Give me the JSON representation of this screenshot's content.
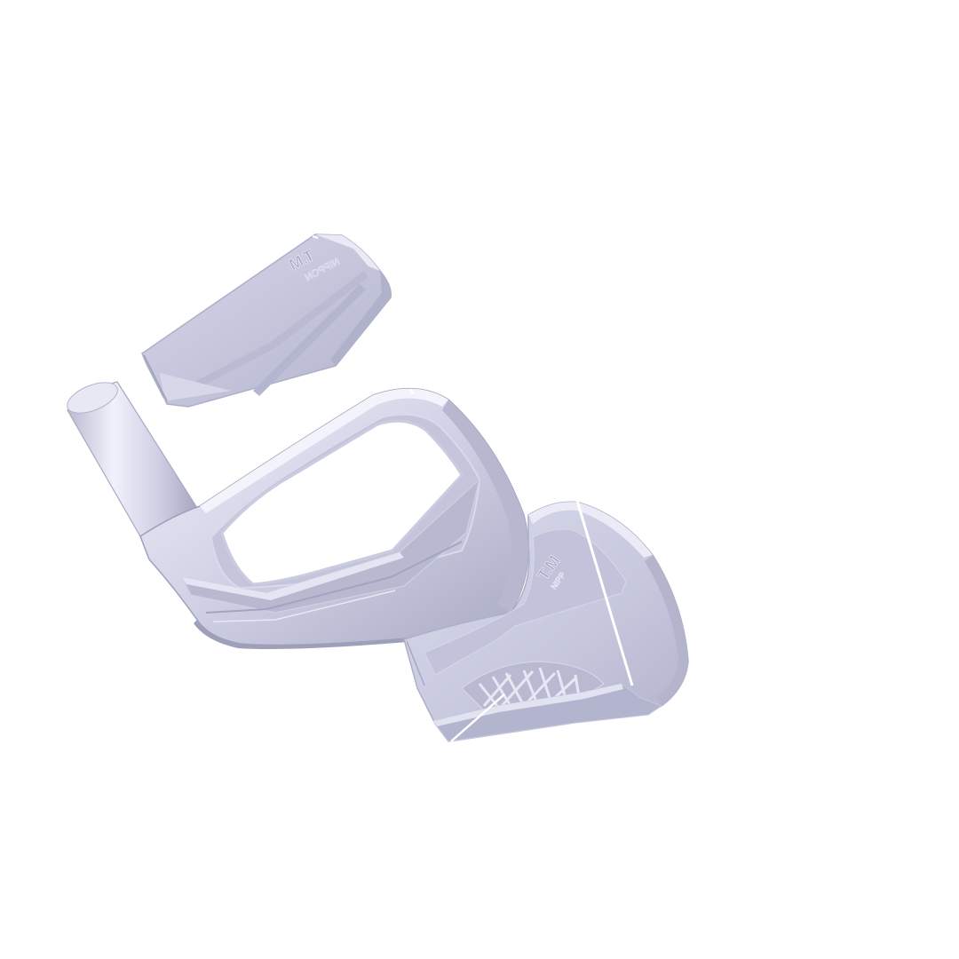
{
  "scene": {
    "background": "#ffffff",
    "parts": [
      {
        "name": "back-plate",
        "icon": "golf-iron-back-plate"
      },
      {
        "name": "body-frame",
        "icon": "golf-iron-body-with-hosel"
      },
      {
        "name": "face-insert",
        "icon": "golf-iron-face-with-lattice"
      }
    ],
    "colors": {
      "metal_light": "#e6e7f4",
      "metal_mid": "#c9cadf",
      "metal_shadow": "#9d9eb8",
      "metal_edge": "#f6f6fc"
    }
  }
}
